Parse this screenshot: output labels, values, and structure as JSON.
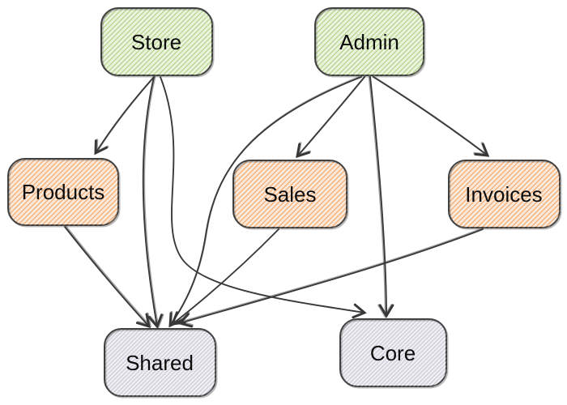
{
  "diagram": {
    "type": "dependency-graph",
    "style": "hand-drawn-sketch",
    "nodes": {
      "store": {
        "label": "Store",
        "role": "app",
        "color_scheme": "green"
      },
      "admin": {
        "label": "Admin",
        "role": "app",
        "color_scheme": "green"
      },
      "products": {
        "label": "Products",
        "role": "feature",
        "color_scheme": "orange"
      },
      "sales": {
        "label": "Sales",
        "role": "feature",
        "color_scheme": "orange"
      },
      "invoices": {
        "label": "Invoices",
        "role": "feature",
        "color_scheme": "orange"
      },
      "shared": {
        "label": "Shared",
        "role": "shared",
        "color_scheme": "gray"
      },
      "core": {
        "label": "Core",
        "role": "shared",
        "color_scheme": "gray"
      }
    },
    "edges": [
      {
        "from": "Store",
        "to": "Products"
      },
      {
        "from": "Store",
        "to": "Shared"
      },
      {
        "from": "Store",
        "to": "Core"
      },
      {
        "from": "Admin",
        "to": "Sales"
      },
      {
        "from": "Admin",
        "to": "Invoices"
      },
      {
        "from": "Admin",
        "to": "Shared"
      },
      {
        "from": "Admin",
        "to": "Core"
      },
      {
        "from": "Products",
        "to": "Shared"
      },
      {
        "from": "Sales",
        "to": "Shared"
      },
      {
        "from": "Invoices",
        "to": "Shared"
      }
    ]
  },
  "colors": {
    "background": "#ffffff",
    "node_border": "#404040",
    "edge_stroke": "#3a3a3a",
    "text": "#0d0d0d",
    "green_hatch": "#b9d78e",
    "orange_hatch": "#f2b07a",
    "gray_hatch": "#d0d0dc"
  }
}
